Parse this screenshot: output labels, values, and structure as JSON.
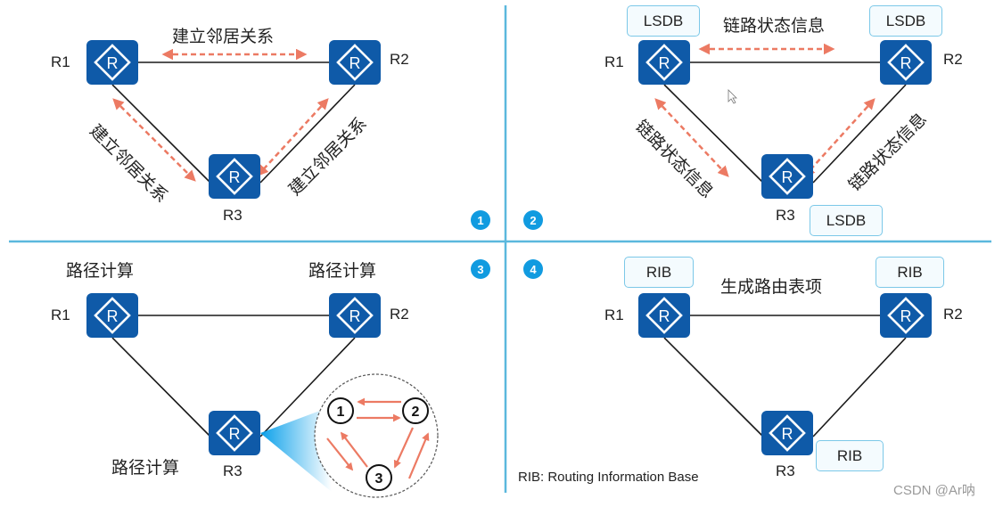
{
  "title": "OSPF link-state routing process",
  "colors": {
    "router_fill": "#0f5aa8",
    "divider": "#5bb8dd",
    "badge": "#119be0",
    "arrow": "#ec7a63",
    "db_border": "#7cc8e8"
  },
  "quadrants": [
    {
      "step": "1",
      "routers": [
        "R1",
        "R2",
        "R3"
      ],
      "edge_labels": {
        "top": "建立邻居关系",
        "left": "建立邻居关系",
        "right": "建立邻居关系"
      }
    },
    {
      "step": "2",
      "routers": [
        "R1",
        "R2",
        "R3"
      ],
      "databases": [
        "LSDB",
        "LSDB",
        "LSDB"
      ],
      "edge_labels": {
        "top": "链路状态信息",
        "left": "链路状态信息",
        "right": "链路状态信息"
      }
    },
    {
      "step": "3",
      "routers": [
        "R1",
        "R2",
        "R3"
      ],
      "node_labels": [
        "路径计算",
        "路径计算",
        "路径计算"
      ],
      "spf_nodes": [
        "1",
        "2",
        "3"
      ]
    },
    {
      "step": "4",
      "routers": [
        "R1",
        "R2",
        "R3"
      ],
      "databases": [
        "RIB",
        "RIB",
        "RIB"
      ],
      "caption": "生成路由表项",
      "footnote": "RIB: Routing Information Base"
    }
  ],
  "router_icon_glyph": "R",
  "watermark": "CSDN @Ar呐"
}
